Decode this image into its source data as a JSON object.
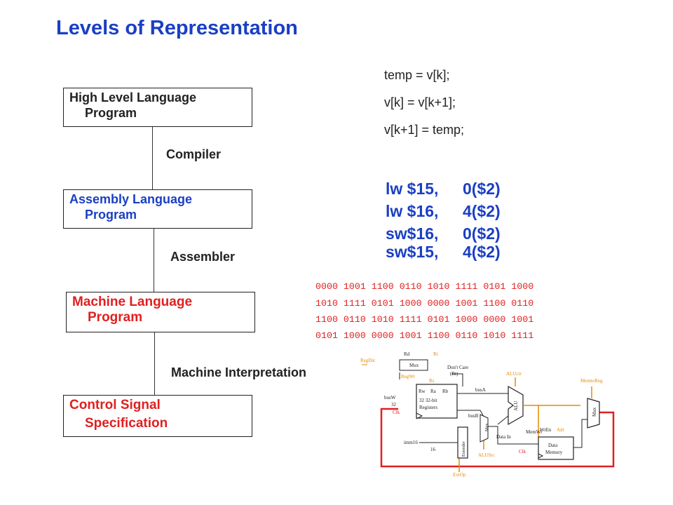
{
  "title": "Levels of Representation",
  "levels": [
    {
      "line1": "High Level Language",
      "line2": "Program",
      "color": "#222222"
    },
    {
      "line1": "Assembly  Language",
      "line2": "Program",
      "color": "#1a3fc4"
    },
    {
      "line1": "Machine  Language",
      "line2": "Program",
      "color": "#e02020"
    },
    {
      "line1": "Control Signal",
      "line2": "Specification",
      "color": "#e02020"
    }
  ],
  "steps": [
    "Compiler",
    "Assembler",
    "Machine Interpretation"
  ],
  "high_level_code": [
    "temp = v[k];",
    "v[k] = v[k+1];",
    "v[k+1] = temp;"
  ],
  "assembly_code": [
    {
      "op": "lw $15,",
      "arg": "0($2)"
    },
    {
      "op": "lw $16,",
      "arg": "4($2)"
    },
    {
      "op": "sw$16,",
      "arg": "0($2)"
    },
    {
      "op": "sw$15,",
      "arg": "4($2)"
    }
  ],
  "machine_code": [
    "0000 1001 1100 0110 1010 1111 0101 1000",
    "1010 1111 0101 1000 0000 1001 1100 0110",
    "1100 0110 1010 1111 0101 1000 0000 1001",
    "0101 1000 0000 1001 1100 0110 1010 1111"
  ],
  "datapath_labels": {
    "regdst": "RegDst",
    "rd": "Rd",
    "rt": "Rt",
    "mux": "Mux",
    "dontcare": "Don't Care",
    "dontcare_rt": "(Rt)",
    "aluctr": "ALUctr",
    "regwr": "RegWr",
    "rs": "Rs",
    "rw": "Rw",
    "ra": "Ra",
    "rb": "Rb",
    "bus_a": "busA",
    "regfile_line1": "32 32-bit",
    "regfile_line2": "Registers",
    "memtoreg": "MemtoReg",
    "bus_w": "busW",
    "clk": "Clk",
    "bus_b": "busB",
    "alu": "ALU",
    "memwr": "MemWr",
    "wren": "WrEn",
    "adr": "Adr",
    "data_in": "Data In",
    "data_mem_line1": "Data",
    "data_mem_line2": "Memory",
    "extender": "Extender",
    "imm16": "imm16",
    "imm_width": "16",
    "alusrc": "ALUSrc",
    "extop": "ExtOp",
    "width": "32"
  }
}
